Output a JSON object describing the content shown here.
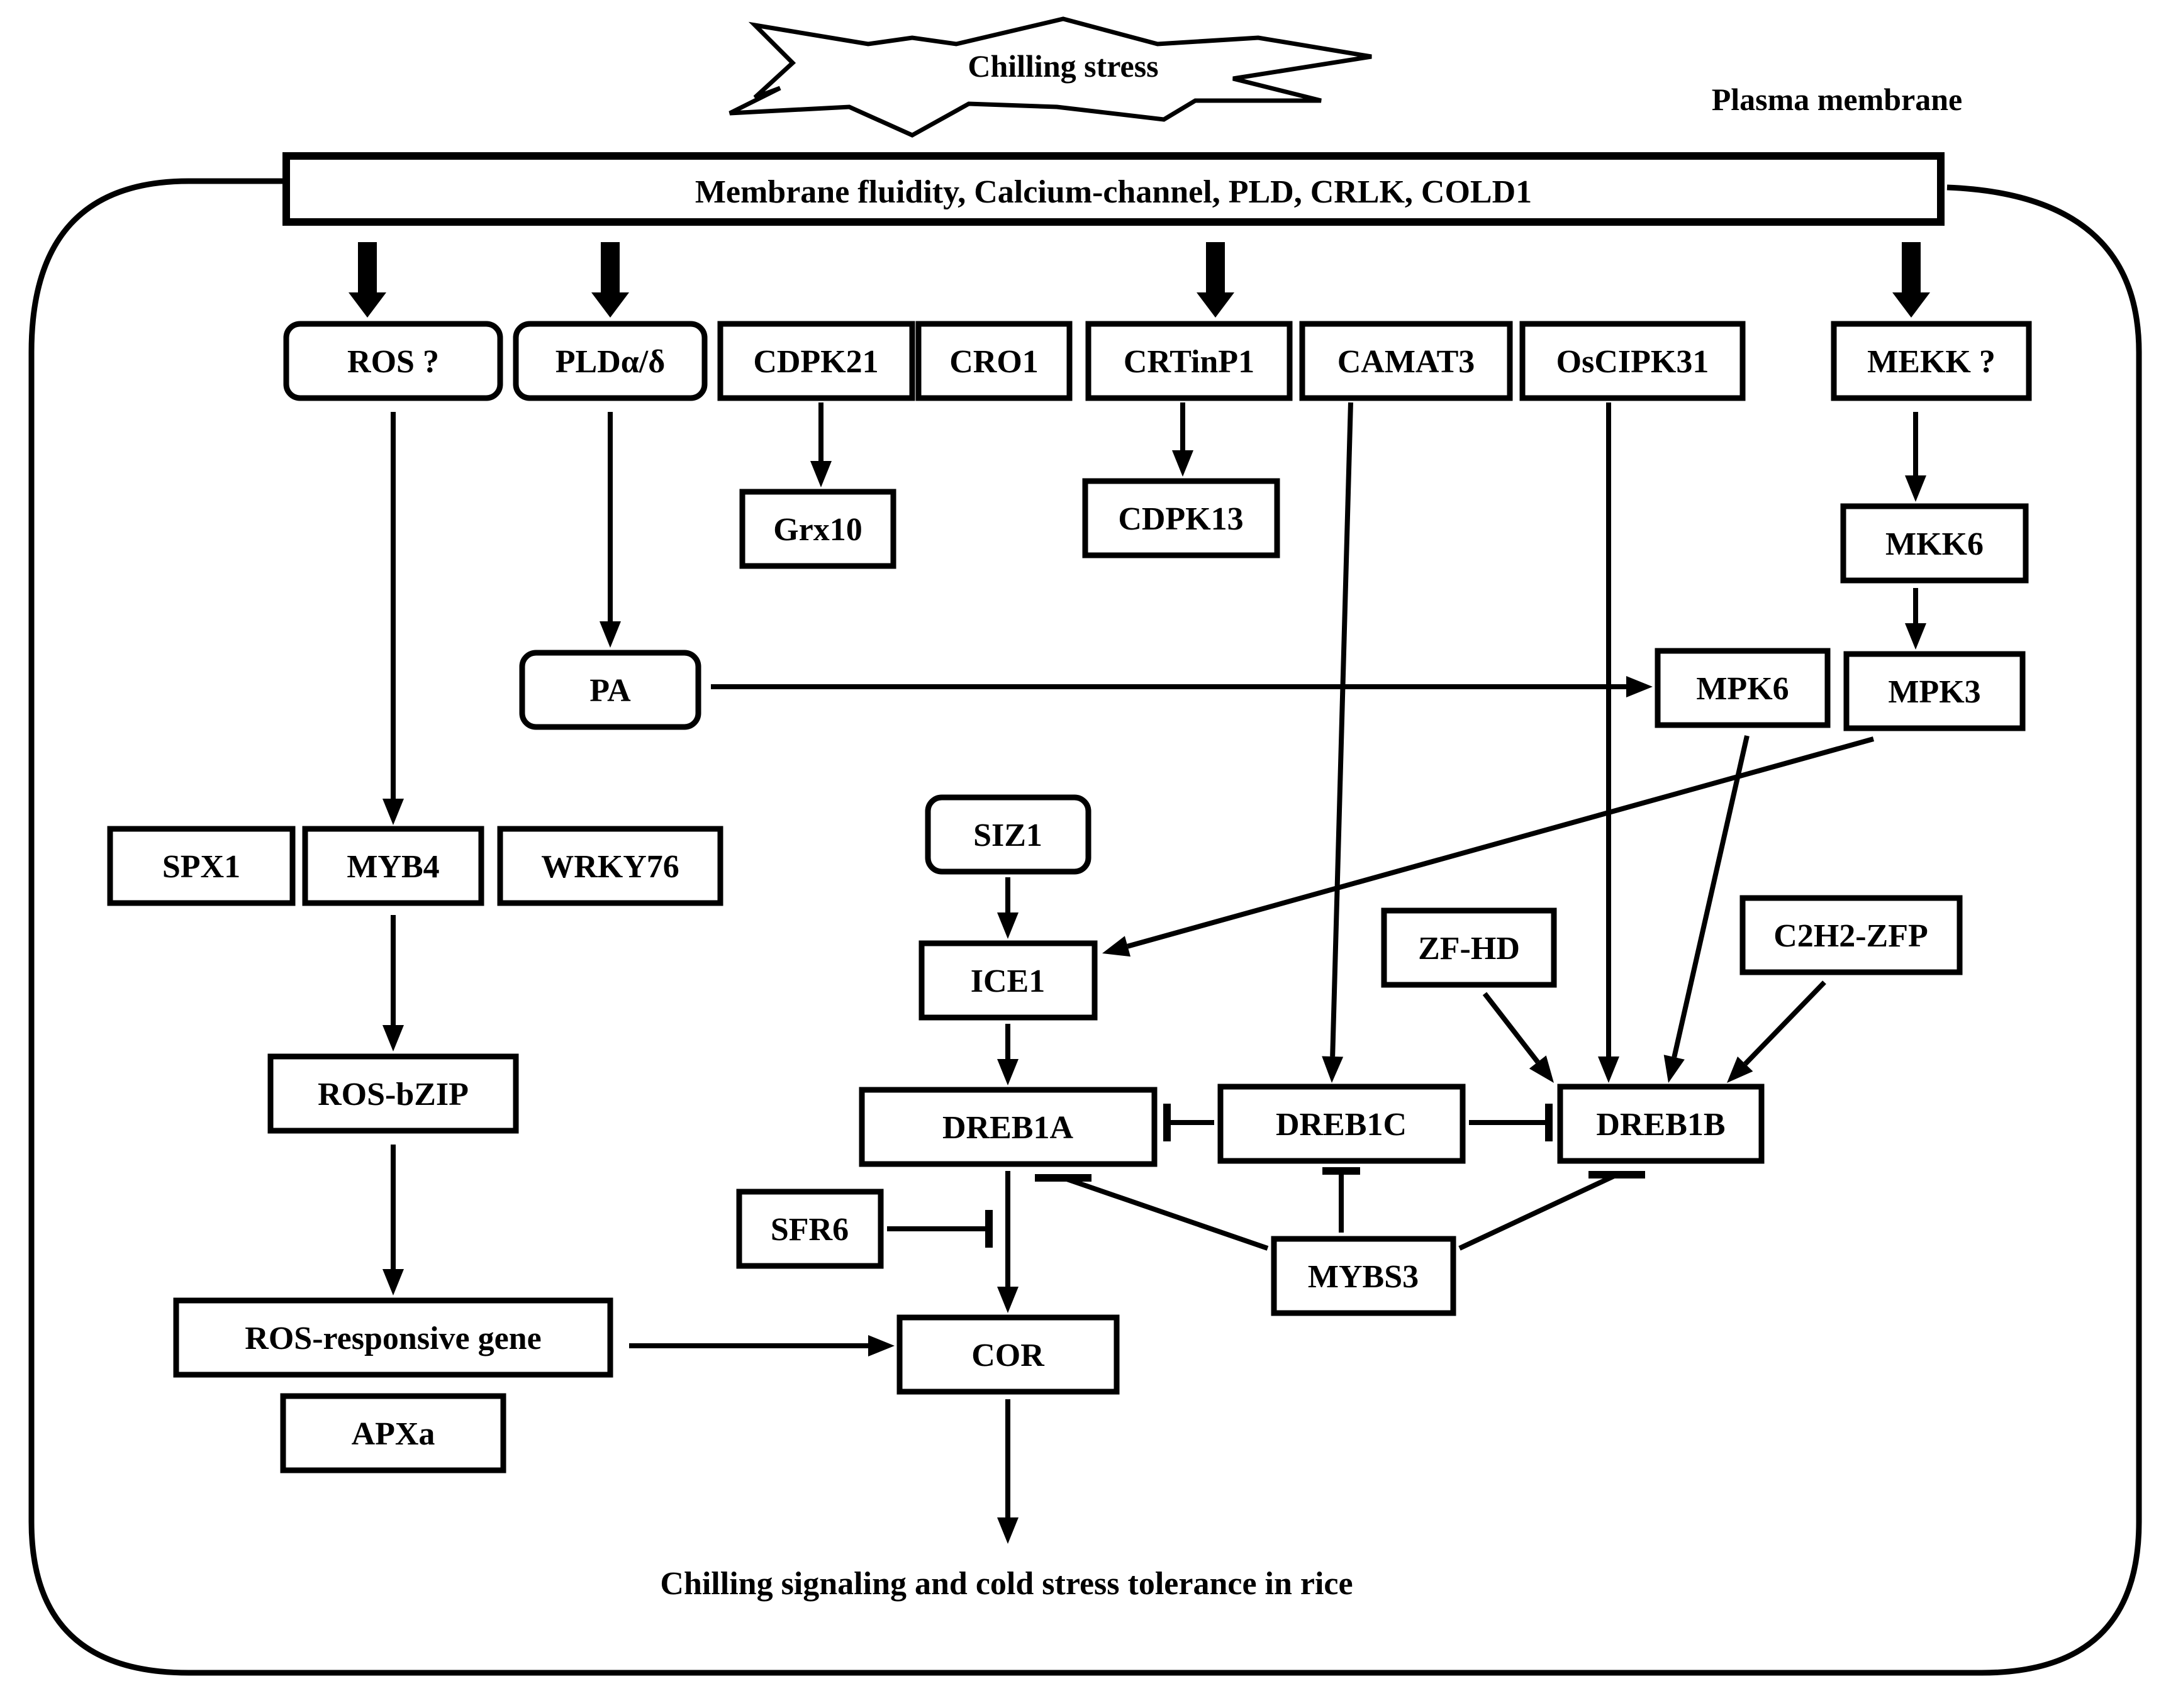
{
  "title": "Chilling stress",
  "membrane_label": "Plasma membrane",
  "membrane_bar": "Membrane fluidity,  Calcium-channel, PLD,  CRLK,  COLD1",
  "output_caption": "Chilling signaling and  cold stress tolerance in rice",
  "nodes": {
    "ros": "ROS ?",
    "pld": "PLDα/δ",
    "cdpk21": "CDPK21",
    "cro1": "CRO1",
    "crtinp1": "CRTinP1",
    "camat3": "CAMAT3",
    "oscipk31": "OsCIPK31",
    "mekk": "MEKK ?",
    "grx10": "Grx10",
    "cdpk13": "CDPK13",
    "mkk6": "MKK6",
    "pa": "PA",
    "mpk6": "MPK6",
    "mpk3": "MPK3",
    "spx1": "SPX1",
    "myb4": "MYB4",
    "wrky76": "WRKY76",
    "siz1": "SIZ1",
    "ice1": "ICE1",
    "zfhd": "ZF-HD",
    "c2h2": "C2H2-ZFP",
    "rosbzip": "ROS-bZIP",
    "dreb1a": "DREB1A",
    "dreb1c": "DREB1C",
    "dreb1b": "DREB1B",
    "sfr6": "SFR6",
    "mybs3": "MYBS3",
    "rosgene": "ROS-responsive gene",
    "cor": "COR",
    "apxa": "APXa"
  },
  "edges": [
    {
      "from": "membrane",
      "to": "ros",
      "type": "activates"
    },
    {
      "from": "membrane",
      "to": "pld",
      "type": "activates"
    },
    {
      "from": "membrane",
      "to": "crtinp1",
      "type": "activates"
    },
    {
      "from": "membrane",
      "to": "mekk",
      "type": "activates"
    },
    {
      "from": "ros",
      "to": "myb4",
      "type": "activates"
    },
    {
      "from": "pld",
      "to": "pa",
      "type": "activates"
    },
    {
      "from": "cdpk21",
      "to": "grx10",
      "type": "activates"
    },
    {
      "from": "crtinp1",
      "to": "cdpk13",
      "type": "activates"
    },
    {
      "from": "camat3",
      "to": "dreb1c",
      "type": "activates"
    },
    {
      "from": "oscipk31",
      "to": "dreb1b",
      "type": "activates"
    },
    {
      "from": "mekk",
      "to": "mkk6",
      "type": "activates"
    },
    {
      "from": "mkk6",
      "to": "mpk3",
      "type": "activates"
    },
    {
      "from": "pa",
      "to": "mpk6",
      "type": "activates"
    },
    {
      "from": "mpk3",
      "to": "ice1",
      "type": "activates"
    },
    {
      "from": "mpk6",
      "to": "dreb1b",
      "type": "activates"
    },
    {
      "from": "myb4",
      "to": "rosbzip",
      "type": "activates"
    },
    {
      "from": "rosbzip",
      "to": "rosgene",
      "type": "activates"
    },
    {
      "from": "rosgene",
      "to": "cor",
      "type": "activates"
    },
    {
      "from": "siz1",
      "to": "ice1",
      "type": "activates"
    },
    {
      "from": "ice1",
      "to": "dreb1a",
      "type": "activates"
    },
    {
      "from": "zfhd",
      "to": "dreb1b",
      "type": "activates"
    },
    {
      "from": "c2h2",
      "to": "dreb1b",
      "type": "activates"
    },
    {
      "from": "dreb1c",
      "to": "dreb1a",
      "type": "inhibits"
    },
    {
      "from": "dreb1c",
      "to": "dreb1b",
      "type": "inhibits"
    },
    {
      "from": "mybs3",
      "to": "dreb1a",
      "type": "inhibits"
    },
    {
      "from": "mybs3",
      "to": "dreb1c",
      "type": "inhibits"
    },
    {
      "from": "mybs3",
      "to": "dreb1b",
      "type": "inhibits"
    },
    {
      "from": "sfr6",
      "to": "cor",
      "type": "inhibits"
    },
    {
      "from": "dreb1a",
      "to": "cor",
      "type": "activates"
    },
    {
      "from": "cor",
      "to": "output",
      "type": "activates"
    }
  ]
}
